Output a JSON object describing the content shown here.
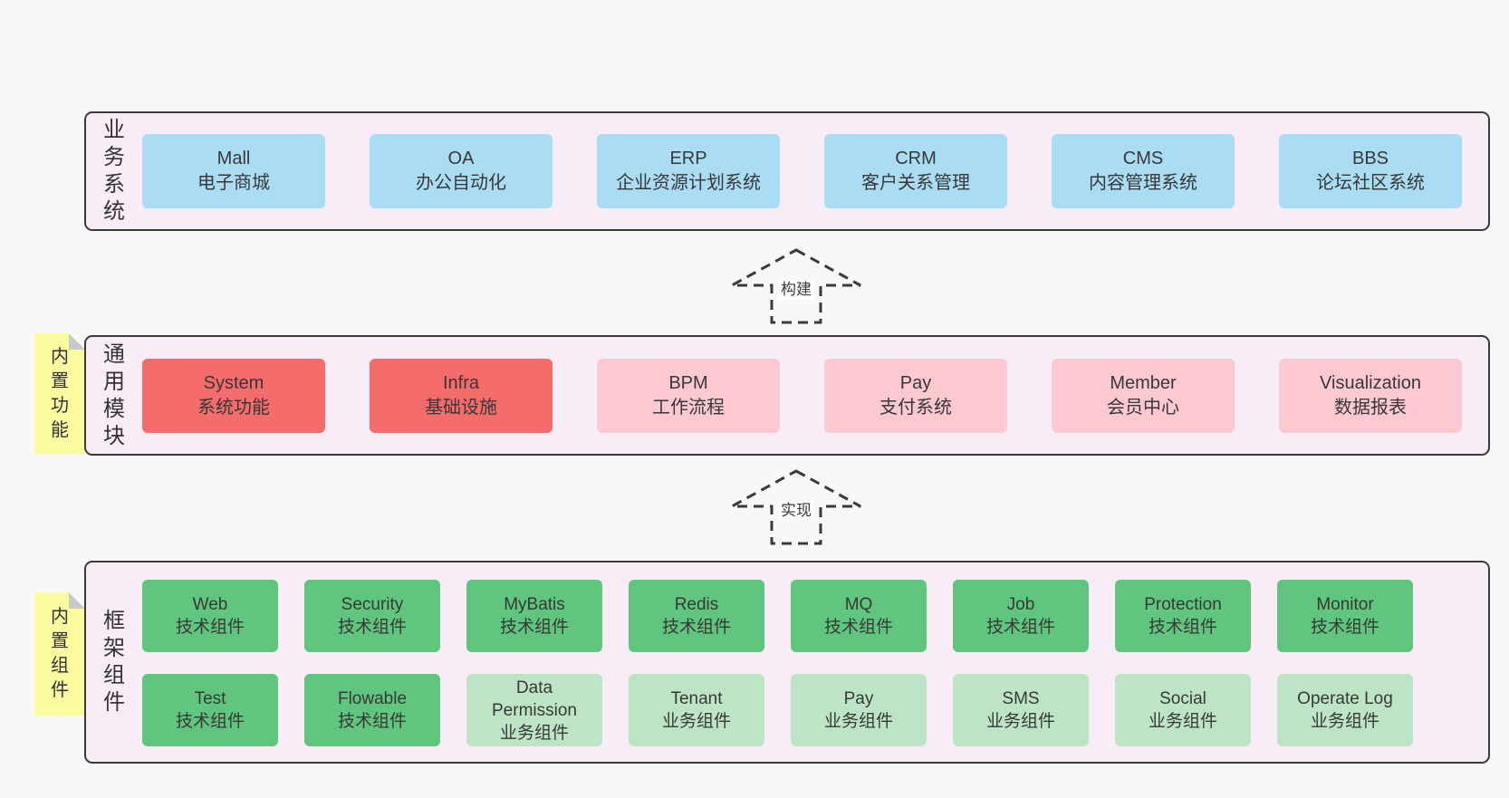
{
  "colors": {
    "page_bg": "#f8f8f8",
    "band_bg": "#f8edf6",
    "band_border": "#3a3a3a",
    "blue": "#aadcf4",
    "red": "#f56c6c",
    "pink": "#fcc9d2",
    "green": "#60c57e",
    "green_light": "#bde5c5",
    "note_yellow": "#fafa9e",
    "note_fold": "#c9c9c9",
    "text": "#333333"
  },
  "band1": {
    "label": "业务系统",
    "boxes": [
      {
        "title": "Mall",
        "subtitle": "电子商城",
        "variant": "blue"
      },
      {
        "title": "OA",
        "subtitle": "办公自动化",
        "variant": "blue"
      },
      {
        "title": "ERP",
        "subtitle": "企业资源计划系统",
        "variant": "blue"
      },
      {
        "title": "CRM",
        "subtitle": "客户关系管理",
        "variant": "blue"
      },
      {
        "title": "CMS",
        "subtitle": "内容管理系统",
        "variant": "blue"
      },
      {
        "title": "BBS",
        "subtitle": "论坛社区系统",
        "variant": "blue"
      }
    ]
  },
  "band2": {
    "label": "通用模块",
    "note": "内置功能",
    "boxes": [
      {
        "title": "System",
        "subtitle": "系统功能",
        "variant": "red"
      },
      {
        "title": "Infra",
        "subtitle": "基础设施",
        "variant": "red"
      },
      {
        "title": "BPM",
        "subtitle": "工作流程",
        "variant": "pink"
      },
      {
        "title": "Pay",
        "subtitle": "支付系统",
        "variant": "pink"
      },
      {
        "title": "Member",
        "subtitle": "会员中心",
        "variant": "pink"
      },
      {
        "title": "Visualization",
        "subtitle": "数据报表",
        "variant": "pink"
      }
    ]
  },
  "band3": {
    "label": "框架组件",
    "note": "内置组件",
    "row1": [
      {
        "title": "Web",
        "subtitle": "技术组件",
        "variant": "green"
      },
      {
        "title": "Security",
        "subtitle": "技术组件",
        "variant": "green"
      },
      {
        "title": "MyBatis",
        "subtitle": "技术组件",
        "variant": "green"
      },
      {
        "title": "Redis",
        "subtitle": "技术组件",
        "variant": "green"
      },
      {
        "title": "MQ",
        "subtitle": "技术组件",
        "variant": "green"
      },
      {
        "title": "Job",
        "subtitle": "技术组件",
        "variant": "green"
      },
      {
        "title": "Protection",
        "subtitle": "技术组件",
        "variant": "green"
      },
      {
        "title": "Monitor",
        "subtitle": "技术组件",
        "variant": "green"
      }
    ],
    "row2": [
      {
        "title": "Test",
        "subtitle": "技术组件",
        "variant": "green"
      },
      {
        "title": "Flowable",
        "subtitle": "技术组件",
        "variant": "green"
      },
      {
        "title": "Data Permission",
        "subtitle": "业务组件",
        "variant": "green-light"
      },
      {
        "title": "Tenant",
        "subtitle": "业务组件",
        "variant": "green-light"
      },
      {
        "title": "Pay",
        "subtitle": "业务组件",
        "variant": "green-light"
      },
      {
        "title": "SMS",
        "subtitle": "业务组件",
        "variant": "green-light"
      },
      {
        "title": "Social",
        "subtitle": "业务组件",
        "variant": "green-light"
      },
      {
        "title": "Operate Log",
        "subtitle": "业务组件",
        "variant": "green-light"
      }
    ]
  },
  "arrows": [
    {
      "label": "构建"
    },
    {
      "label": "实现"
    }
  ]
}
